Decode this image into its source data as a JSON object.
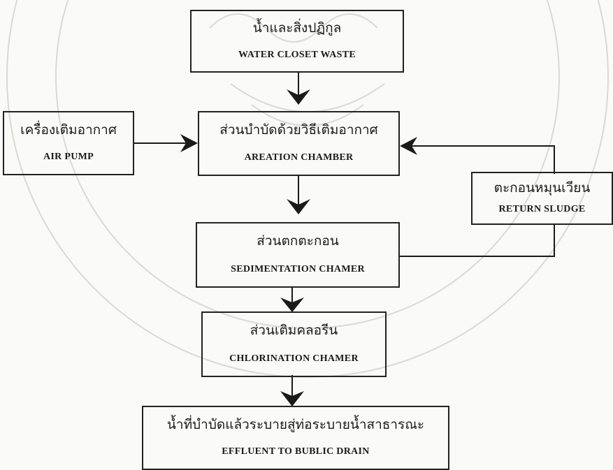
{
  "nodes": {
    "wc_waste": {
      "th": "น้ำและสิ่งปฏิกูล",
      "en": "WATER CLOSET WASTE"
    },
    "air_pump": {
      "th": "เครื่องเติมอากาศ",
      "en": "AIR PUMP"
    },
    "aeration": {
      "th": "ส่วนบำบัดด้วยวิธีเติมอากาศ",
      "en": "AREATION  CHAMBER"
    },
    "return_sludge": {
      "th": "ตะกอนหมุนเวียน",
      "en": "RETURN SLUDGE"
    },
    "sedimentation": {
      "th": "ส่วนตกตะกอน",
      "en": "SEDIMENTATION CHAMER"
    },
    "chlorination": {
      "th": "ส่วนเติมคลอรีน",
      "en": "CHLORINATION  CHAMER"
    },
    "effluent": {
      "th": "น้ำที่บำบัดแล้วระบายสู่ท่อระบายน้ำสาธารณะ",
      "en": "EFFLUENT TO BUBLIC DRAIN"
    }
  },
  "colors": {
    "line": "#1a1a1a",
    "watermark": "#d9d6d0"
  }
}
